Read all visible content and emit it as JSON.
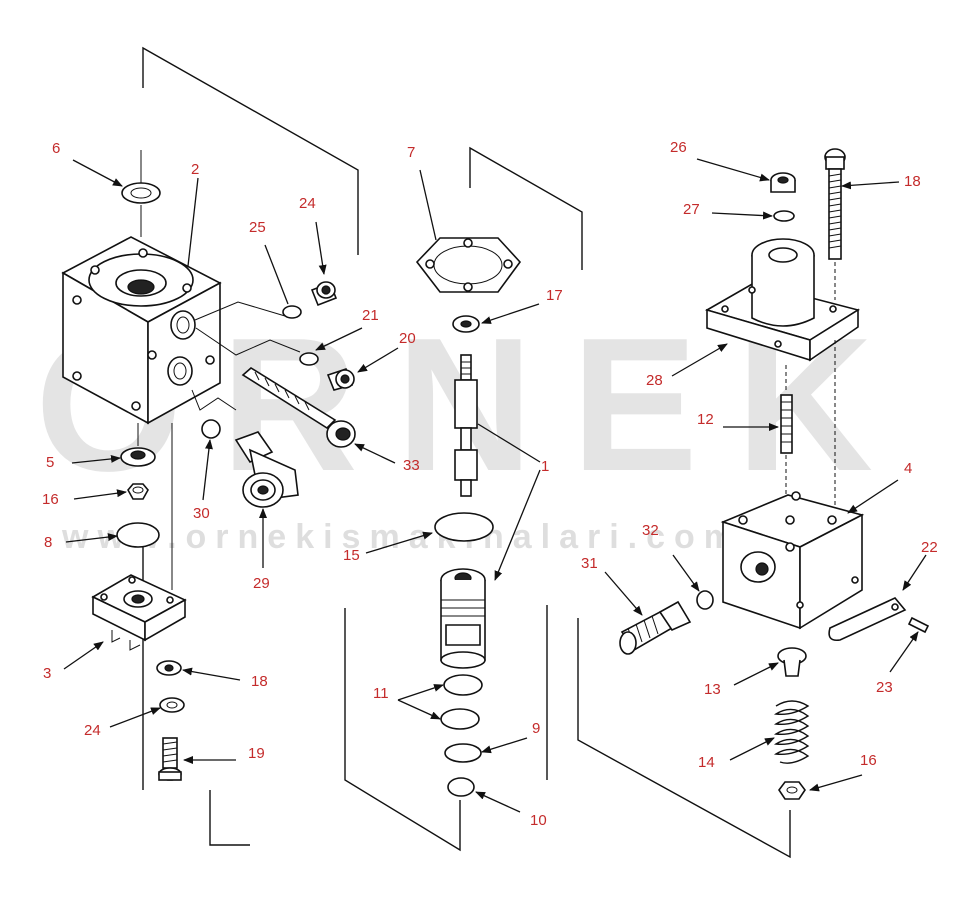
{
  "watermark": {
    "logo_text": "ÖRNEK",
    "url": "www.ornekismakinalari.com.tr"
  },
  "colors": {
    "callout": "#c42b2b",
    "line": "#111111",
    "watermark": "#cfcfcf",
    "watermark_accent": "#f3dc78"
  },
  "callouts": [
    "6",
    "2",
    "24",
    "25",
    "21",
    "20",
    "33",
    "5",
    "16",
    "8",
    "30",
    "29",
    "3",
    "18",
    "24",
    "19",
    "7",
    "17",
    "1",
    "15",
    "11",
    "9",
    "10",
    "26",
    "27",
    "18",
    "28",
    "12",
    "4",
    "22",
    "32",
    "31",
    "23",
    "13",
    "14",
    "16"
  ]
}
